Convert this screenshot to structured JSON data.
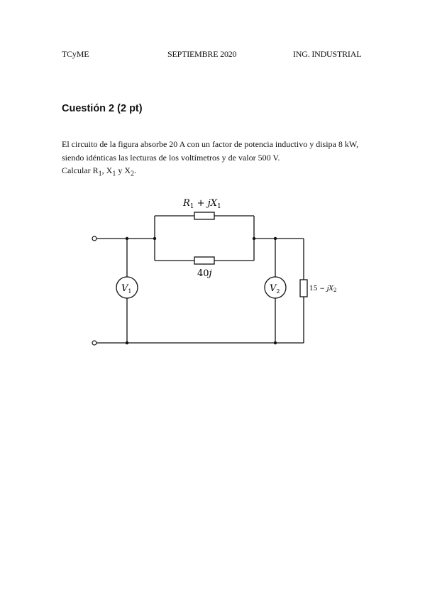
{
  "header": {
    "left": "TCyME",
    "center": "SEPTIEMBRE 2020",
    "right": "ING. INDUSTRIAL"
  },
  "question": {
    "title": "Cuestión 2 (2 pt)",
    "paragraph": "El circuito de la figura absorbe 20 A con un factor de potencia inductivo y disipa 8 kW, siendo idénticas  las lecturas de los voltímetros y de valor 500 V.",
    "calc_prefix": "Calcular R",
    "calc_sub1": "1",
    "calc_sep1": ", X",
    "calc_sub2": "1",
    "calc_sep2": " y X",
    "calc_sub3": "2",
    "calc_end": "."
  },
  "circuit": {
    "top_impedance": {
      "r": "R",
      "r_sub": "1",
      "plus": " + ",
      "j": "j",
      "x": "X",
      "x_sub": "1"
    },
    "bottom_impedance": {
      "num": "40",
      "j": "j"
    },
    "voltmeter1": {
      "v": "V",
      "sub": "1"
    },
    "voltmeter2": {
      "v": "V",
      "sub": "2"
    },
    "load": {
      "num": "15",
      "minus": " − ",
      "j": "j",
      "x": "X",
      "x_sub": "2"
    }
  }
}
